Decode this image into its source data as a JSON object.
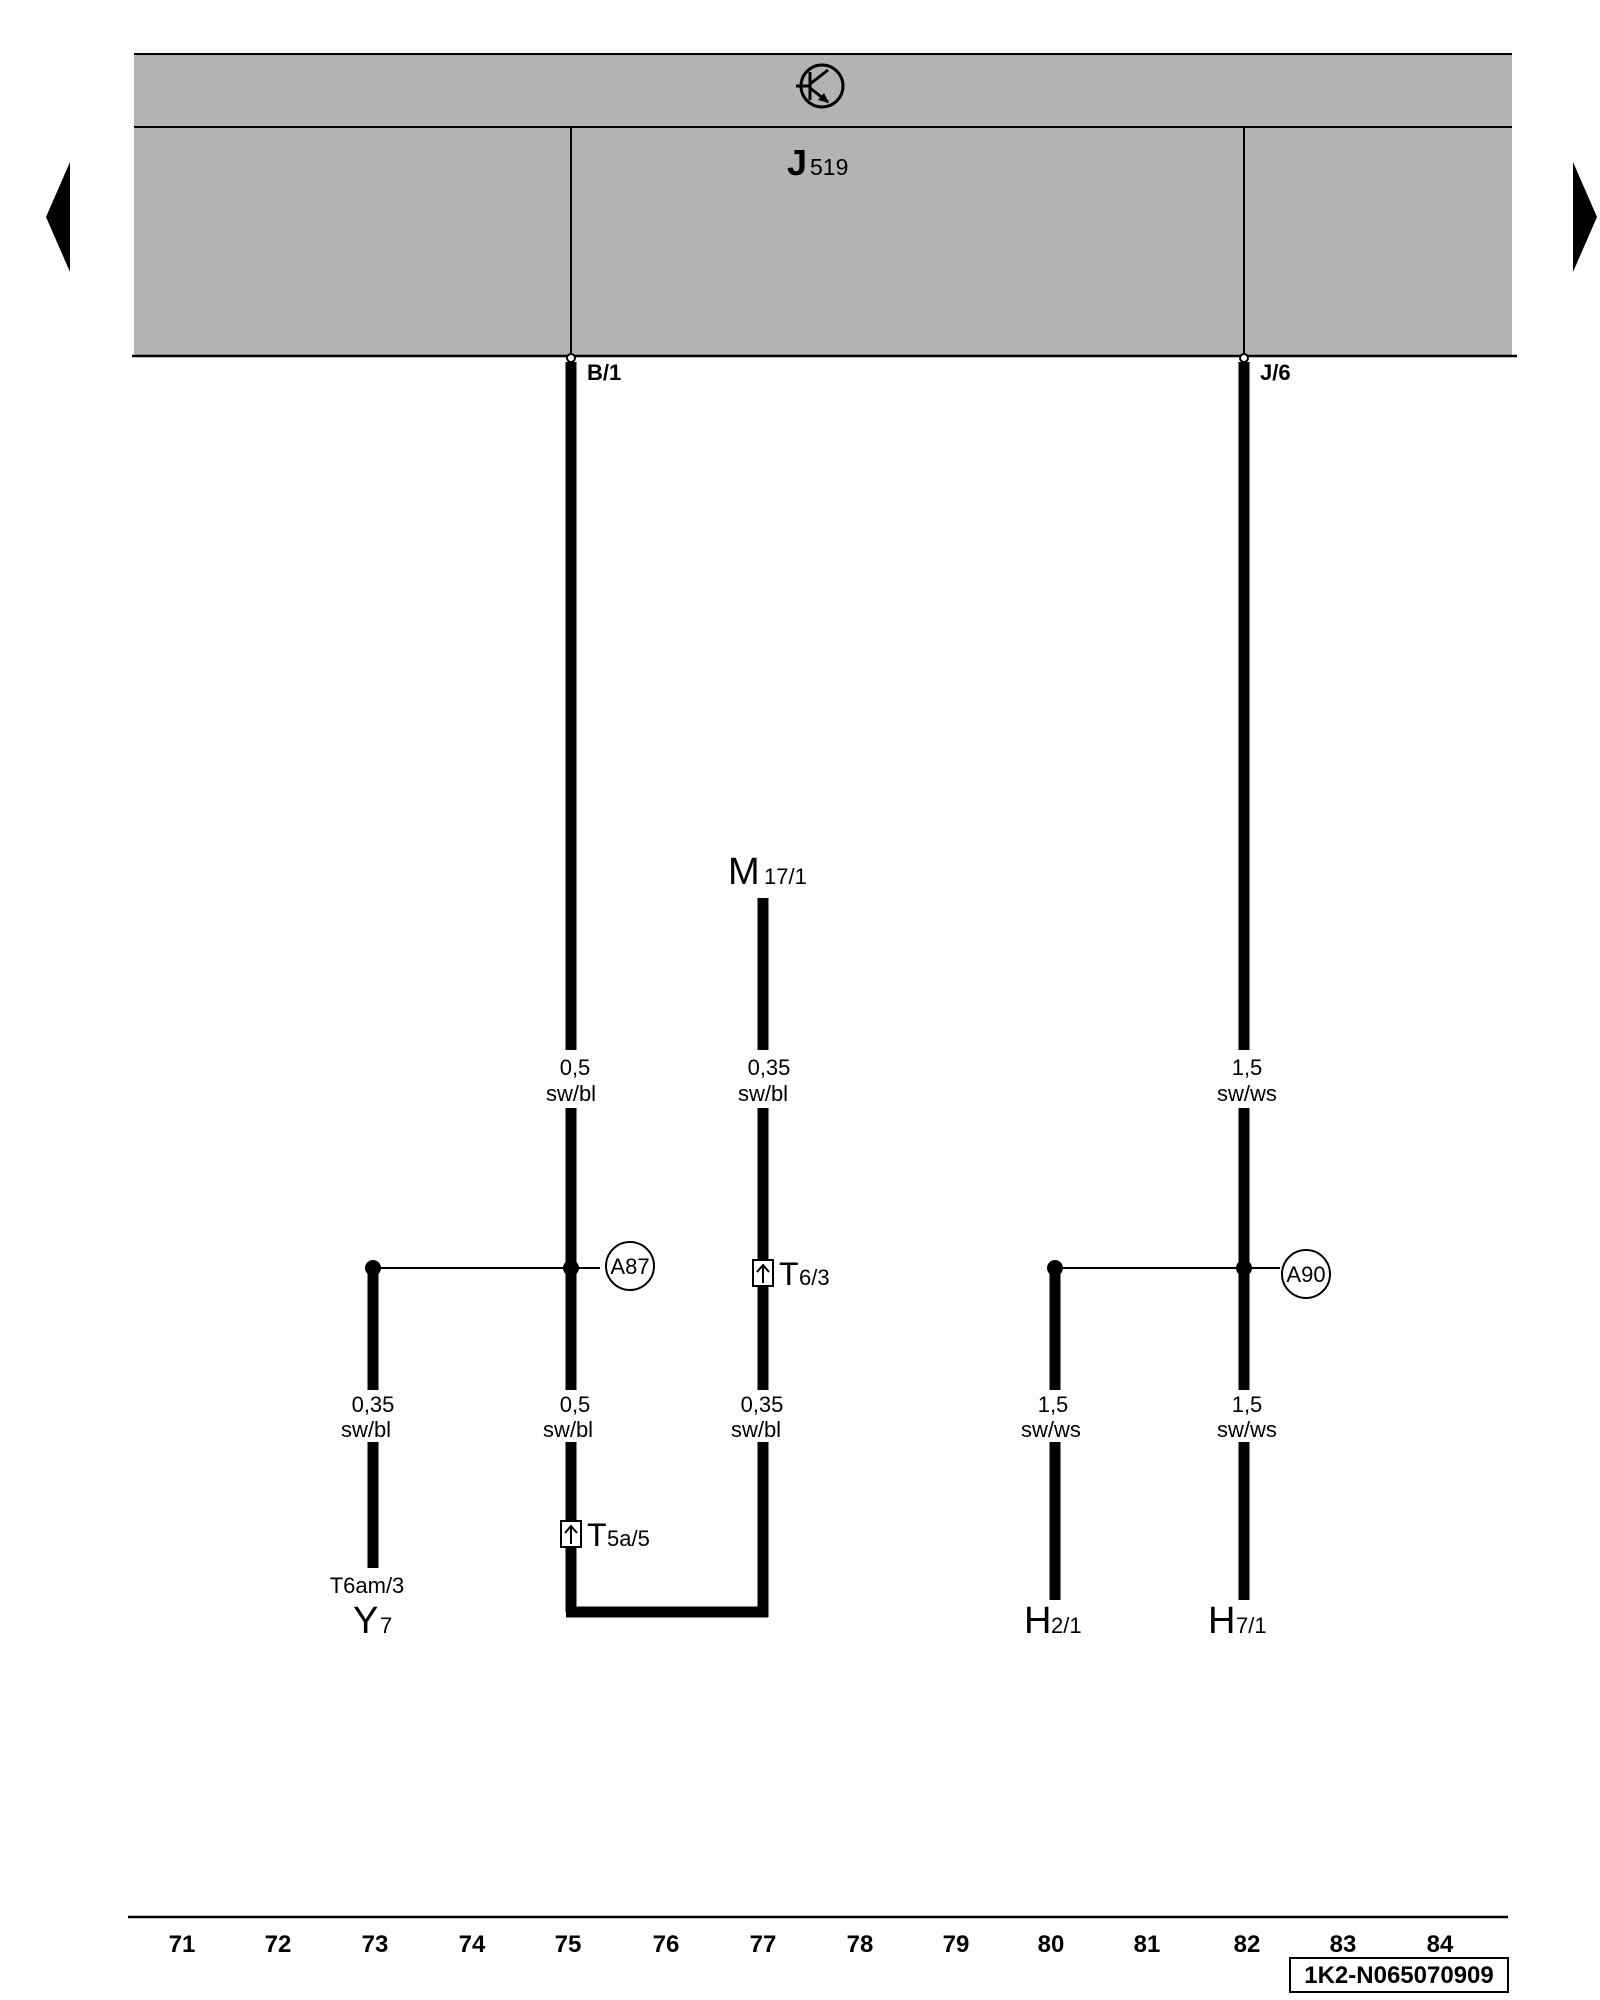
{
  "component": {
    "letter": "J",
    "number": "519"
  },
  "pins": {
    "left": "B/1",
    "right": "J/6"
  },
  "source": {
    "letter": "M",
    "sub": "17/1"
  },
  "wires": {
    "b1_upper": {
      "size": "0,5",
      "color": "sw/bl"
    },
    "m17_upper": {
      "size": "0,35",
      "color": "sw/bl"
    },
    "j6_upper": {
      "size": "1,5",
      "color": "sw/ws"
    },
    "y7_lower": {
      "size": "0,35",
      "color": "sw/bl"
    },
    "b1_lower": {
      "size": "0,5",
      "color": "sw/bl"
    },
    "m17_lower": {
      "size": "0,35",
      "color": "sw/bl"
    },
    "h2_lower": {
      "size": "1,5",
      "color": "sw/ws"
    },
    "h7_lower": {
      "size": "1,5",
      "color": "sw/ws"
    }
  },
  "splices": {
    "left": "A87",
    "right": "A90"
  },
  "connectors": {
    "t6": {
      "letter": "T",
      "sub": "6/3"
    },
    "t5a": {
      "letter": "T",
      "sub": "5a/5"
    }
  },
  "terminals": {
    "y7": {
      "pin": "T6am/3",
      "letter": "Y",
      "sub": "7"
    },
    "h2": {
      "letter": "H",
      "sub": "2/1"
    },
    "h7": {
      "letter": "H",
      "sub": "7/1"
    }
  },
  "grid": [
    "71",
    "72",
    "73",
    "74",
    "75",
    "76",
    "77",
    "78",
    "79",
    "80",
    "81",
    "82",
    "83",
    "84"
  ],
  "doc_id": "1K2-N065070909"
}
